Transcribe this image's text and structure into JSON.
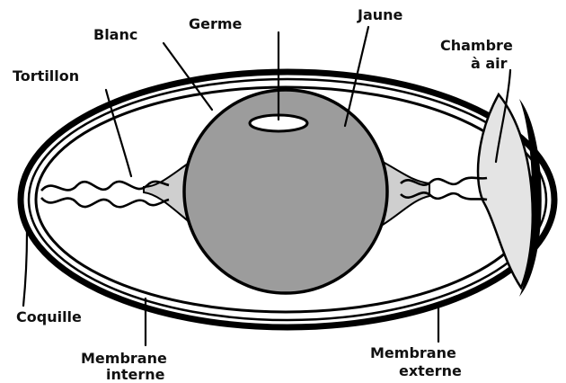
{
  "labels": {
    "blanc": "Blanc",
    "germe": "Germe",
    "jaune": "Jaune",
    "chambre_line1": "Chambre",
    "chambre_line2": "à air",
    "tortillon": "Tortillon",
    "coquille": "Coquille",
    "membrane_interne_line1": "Membrane",
    "membrane_interne_line2": "interne",
    "membrane_externe_line1": "Membrane",
    "membrane_externe_line2": "externe"
  },
  "colors": {
    "yolk": "#9c9c9c",
    "chalaza": "#cfcfcf",
    "air_cell": "#e4e4e4",
    "ink": "#000000"
  }
}
